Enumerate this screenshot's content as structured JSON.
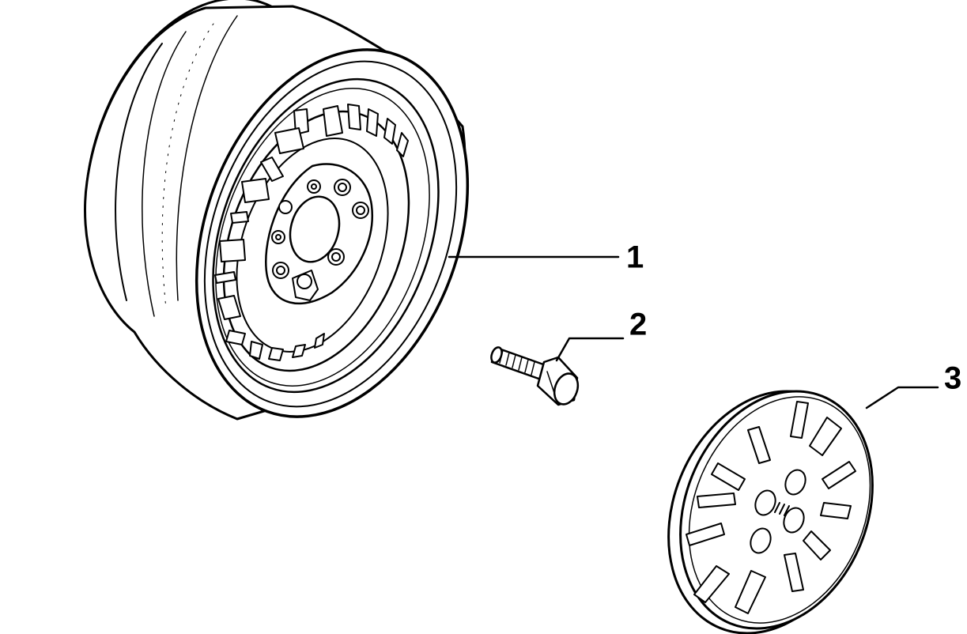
{
  "diagram": {
    "callouts": [
      {
        "label": "1",
        "part": "wheel-rim"
      },
      {
        "label": "2",
        "part": "wheel-bolt"
      },
      {
        "label": "3",
        "part": "hubcap"
      }
    ]
  }
}
